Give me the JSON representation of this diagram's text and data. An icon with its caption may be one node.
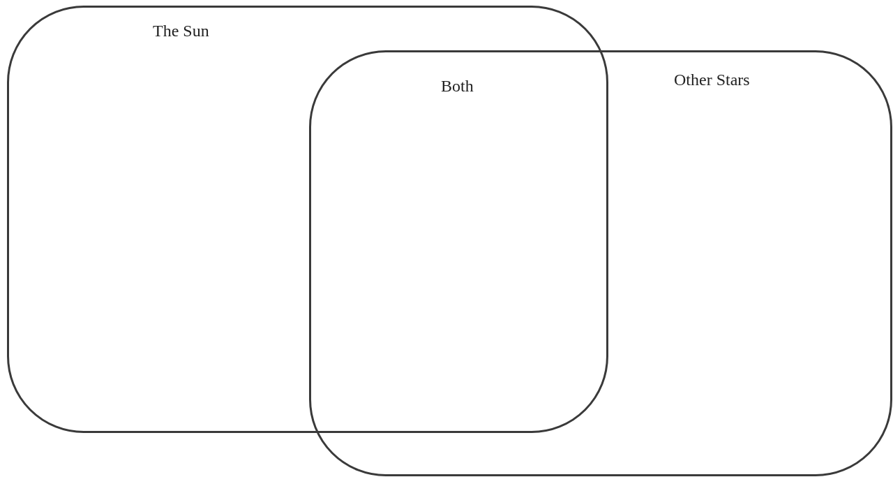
{
  "diagram": {
    "nodes": [
      {
        "text": [
          "The Sun"
        ]
      },
      {
        "text": [
          "Other Stars"
        ]
      }
    ],
    "labels": [
      "Both"
    ]
  }
}
